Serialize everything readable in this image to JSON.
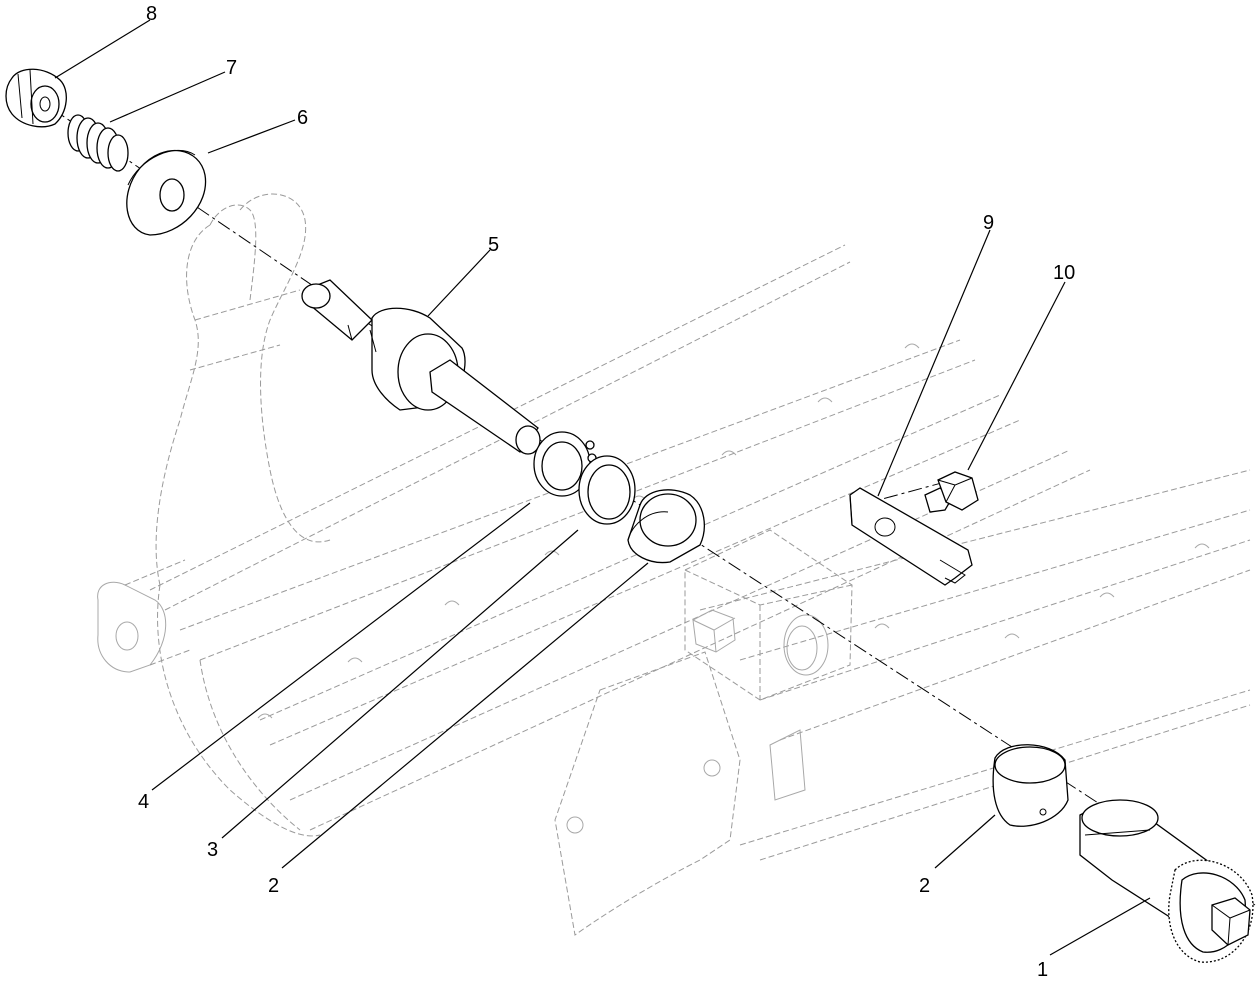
{
  "callouts": [
    {
      "id": "c8",
      "label": "8"
    },
    {
      "id": "c7",
      "label": "7"
    },
    {
      "id": "c6",
      "label": "6"
    },
    {
      "id": "c5",
      "label": "5"
    },
    {
      "id": "c9",
      "label": "9"
    },
    {
      "id": "c10",
      "label": "10"
    },
    {
      "id": "c4",
      "label": "4"
    },
    {
      "id": "c3",
      "label": "3"
    },
    {
      "id": "c2a",
      "label": "2"
    },
    {
      "id": "c2b",
      "label": "2"
    },
    {
      "id": "c1",
      "label": "1"
    }
  ]
}
